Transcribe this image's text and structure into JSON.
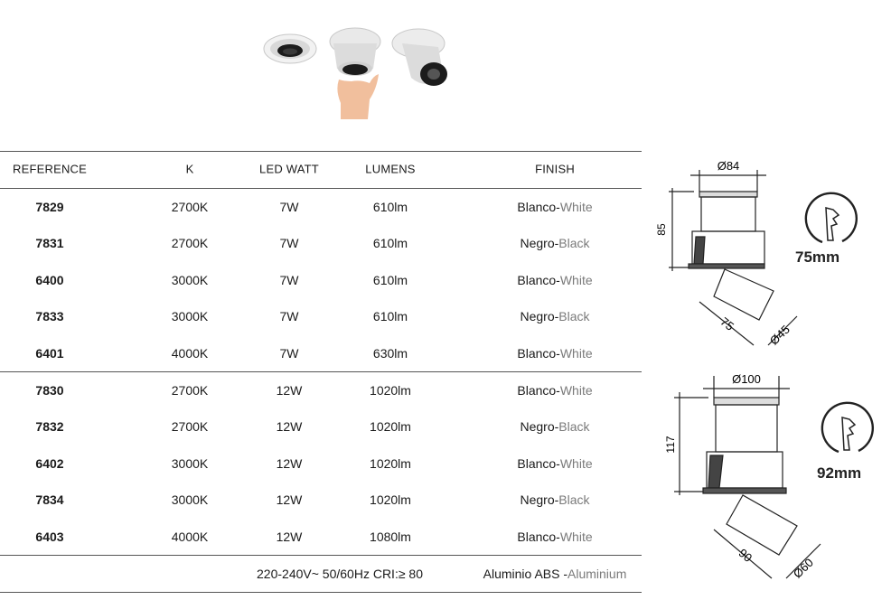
{
  "table": {
    "headers": {
      "reference": "REFERENCE",
      "k": "K",
      "led_watt": "LED WATT",
      "lumens": "LUMENS",
      "finish": "FINISH"
    },
    "rows": [
      {
        "ref": "7829",
        "k": "2700K",
        "watt": "7W",
        "lumens": "610lm",
        "finish_es": "Blanco-",
        "finish_en": "White"
      },
      {
        "ref": "7831",
        "k": "2700K",
        "watt": "7W",
        "lumens": "610lm",
        "finish_es": "Negro-",
        "finish_en": "Black"
      },
      {
        "ref": "6400",
        "k": "3000K",
        "watt": "7W",
        "lumens": "610lm",
        "finish_es": "Blanco-",
        "finish_en": "White"
      },
      {
        "ref": "7833",
        "k": "3000K",
        "watt": "7W",
        "lumens": "610lm",
        "finish_es": "Negro-",
        "finish_en": "Black"
      },
      {
        "ref": "6401",
        "k": "4000K",
        "watt": "7W",
        "lumens": "630lm",
        "finish_es": "Blanco-",
        "finish_en": "White"
      },
      {
        "ref": "7830",
        "k": "2700K",
        "watt": "12W",
        "lumens": "1020lm",
        "finish_es": "Blanco-",
        "finish_en": "White"
      },
      {
        "ref": "7832",
        "k": "2700K",
        "watt": "12W",
        "lumens": "1020lm",
        "finish_es": "Negro-",
        "finish_en": "Black"
      },
      {
        "ref": "6402",
        "k": "3000K",
        "watt": "12W",
        "lumens": "1020lm",
        "finish_es": "Blanco-",
        "finish_en": "White"
      },
      {
        "ref": "7834",
        "k": "3000K",
        "watt": "12W",
        "lumens": "1020lm",
        "finish_es": "Negro-",
        "finish_en": "Black"
      },
      {
        "ref": "6403",
        "k": "4000K",
        "watt": "12W",
        "lumens": "1080lm",
        "finish_es": "Blanco-",
        "finish_en": "White"
      }
    ],
    "footer": {
      "electrical": "220-240V~ 50/60Hz CRI:≥ 80",
      "material_es": "Aluminio ABS -",
      "material_en": "Aluminium"
    }
  },
  "drawings": {
    "small": {
      "diameter": "Ø84",
      "height": "85",
      "arm_length": "75",
      "head_diameter": "Ø45",
      "cutout": "75mm"
    },
    "large": {
      "diameter": "Ø100",
      "height": "117",
      "arm_length": "90",
      "head_diameter": "Ø60",
      "cutout": "92mm"
    }
  },
  "icons": {
    "photos": "product-photos",
    "cutout": "cutout-saw-icon"
  },
  "colors": {
    "line": "#555555",
    "english_text": "#7a7a7a",
    "photo_body": "#e2e2e2",
    "photo_inner": "#1c1c1c",
    "hand": "#f1bf9d"
  }
}
